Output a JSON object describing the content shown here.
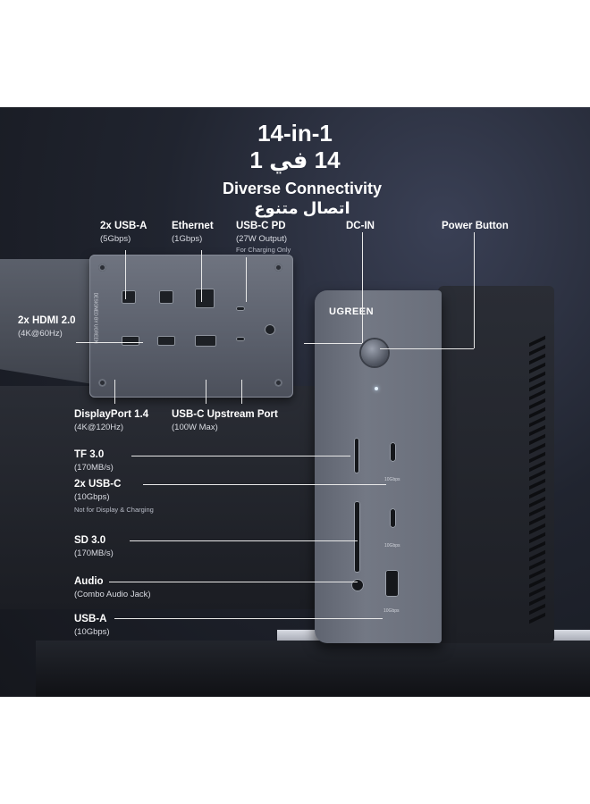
{
  "header": {
    "title_en": "14-in-1",
    "title_ar": "14 في 1",
    "subtitle_en": "Diverse Connectivity",
    "subtitle_ar": "اتصال متنوع"
  },
  "rear_labels": {
    "usb_a": {
      "title": "2x USB-A",
      "detail": "(5Gbps)"
    },
    "ethernet": {
      "title": "Ethernet",
      "detail": "(1Gbps)"
    },
    "usb_c_pd": {
      "title": "USB-C PD",
      "detail": "(27W Output)",
      "note": "For Charging Only"
    },
    "dc_in": {
      "title": "DC-IN"
    },
    "power_button": {
      "title": "Power Button"
    },
    "hdmi": {
      "title": "2x HDMI 2.0",
      "detail": "(4K@60Hz)"
    },
    "displayport": {
      "title": "DisplayPort 1.4",
      "detail": "(4K@120Hz)"
    },
    "usb_c_upstream": {
      "title": "USB-C Upstream Port",
      "detail": "(100W Max)"
    }
  },
  "front_labels": {
    "tf": {
      "title": "TF 3.0",
      "detail": "(170MB/s)"
    },
    "usb_c": {
      "title": "2x USB-C",
      "detail": "(10Gbps)",
      "note": "Not for Display & Charging"
    },
    "sd": {
      "title": "SD 3.0",
      "detail": "(170MB/s)"
    },
    "audio": {
      "title": "Audio",
      "detail": "(Combo Audio Jack)"
    },
    "usb_a": {
      "title": "USB-A",
      "detail": "(10Gbps)"
    }
  },
  "device": {
    "brand": "UGREEN",
    "rear_brand": "DESIGNED BY UGREEN",
    "port_marks": {
      "c1": "10Gbps",
      "c2": "10Gbps",
      "a": "10Gbps"
    }
  },
  "colors": {
    "background_top": "#3a4055",
    "background_bottom": "#15171d",
    "label_text": "#ffffff",
    "leader_line": "#e8e8e8",
    "device_body": "#6a6f7b"
  }
}
